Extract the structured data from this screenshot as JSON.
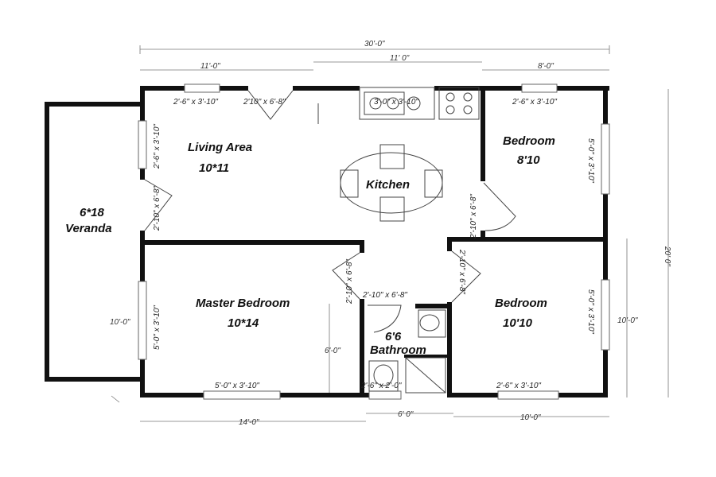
{
  "colors": {
    "wall": "#111111",
    "dimension": "#777777",
    "background": "#ffffff"
  },
  "rooms": {
    "living": {
      "name": "Living Area",
      "size": "10*11"
    },
    "kitchen": {
      "name": "Kitchen"
    },
    "bedroom_upper": {
      "name": "Bedroom",
      "size": "8'10"
    },
    "veranda": {
      "size": "6*18",
      "name": "Veranda"
    },
    "master": {
      "name": "Master Bedroom",
      "size": "10*14"
    },
    "bathroom": {
      "size": "6'6",
      "name": "Bathroom"
    },
    "bedroom_lower": {
      "name": "Bedroom",
      "size": "10'10"
    }
  },
  "dimensions": {
    "overall_width": "30'-0\"",
    "top_left": "11'-0\"",
    "top_mid": "11' 0\"",
    "top_right": "8'-0\"",
    "overall_depth": "20' 0\"",
    "right_lower": "10'-0\"",
    "veranda_depth": "10'-0\"",
    "closet_depth": "6'-0\"",
    "bottom_left": "14'-0\"",
    "bottom_mid": "6' 0\"",
    "bottom_right": "10'-0\""
  },
  "openings": {
    "living_window_top": "2'-6\" x 3'-10\"",
    "front_door": "2'10\" x 6'-8\"",
    "kitchen_window": "3'-0\" x 3'-10\"",
    "bedroom_upper_window_top": "2'-6\" x 3'-10\"",
    "bedroom_upper_window_right": "5'-0\" x 3'-10\"",
    "living_window_left": "2'-6\" x 3'-10\"",
    "living_door_left": "2'-10\" x 6'-8\"",
    "bedroom_upper_door": "2'-10\" x 6'-8\"",
    "master_door": "2'-10\" x 6'-8\"",
    "bathroom_door": "2'-10\" x 6'-8\"",
    "bedroom_lower_door": "2'-10\" x 6'-8\"",
    "master_window_left": "5'-0\" x 3'-10\"",
    "master_window_bottom": "5'-0\" x 3'-10\"",
    "bathroom_window": "2'-6\" x 2'-0\"",
    "bedroom_lower_window_bottom": "2'-6\" x 3'-10\"",
    "bedroom_lower_window_right": "5'-0\" x 3'-10\""
  }
}
